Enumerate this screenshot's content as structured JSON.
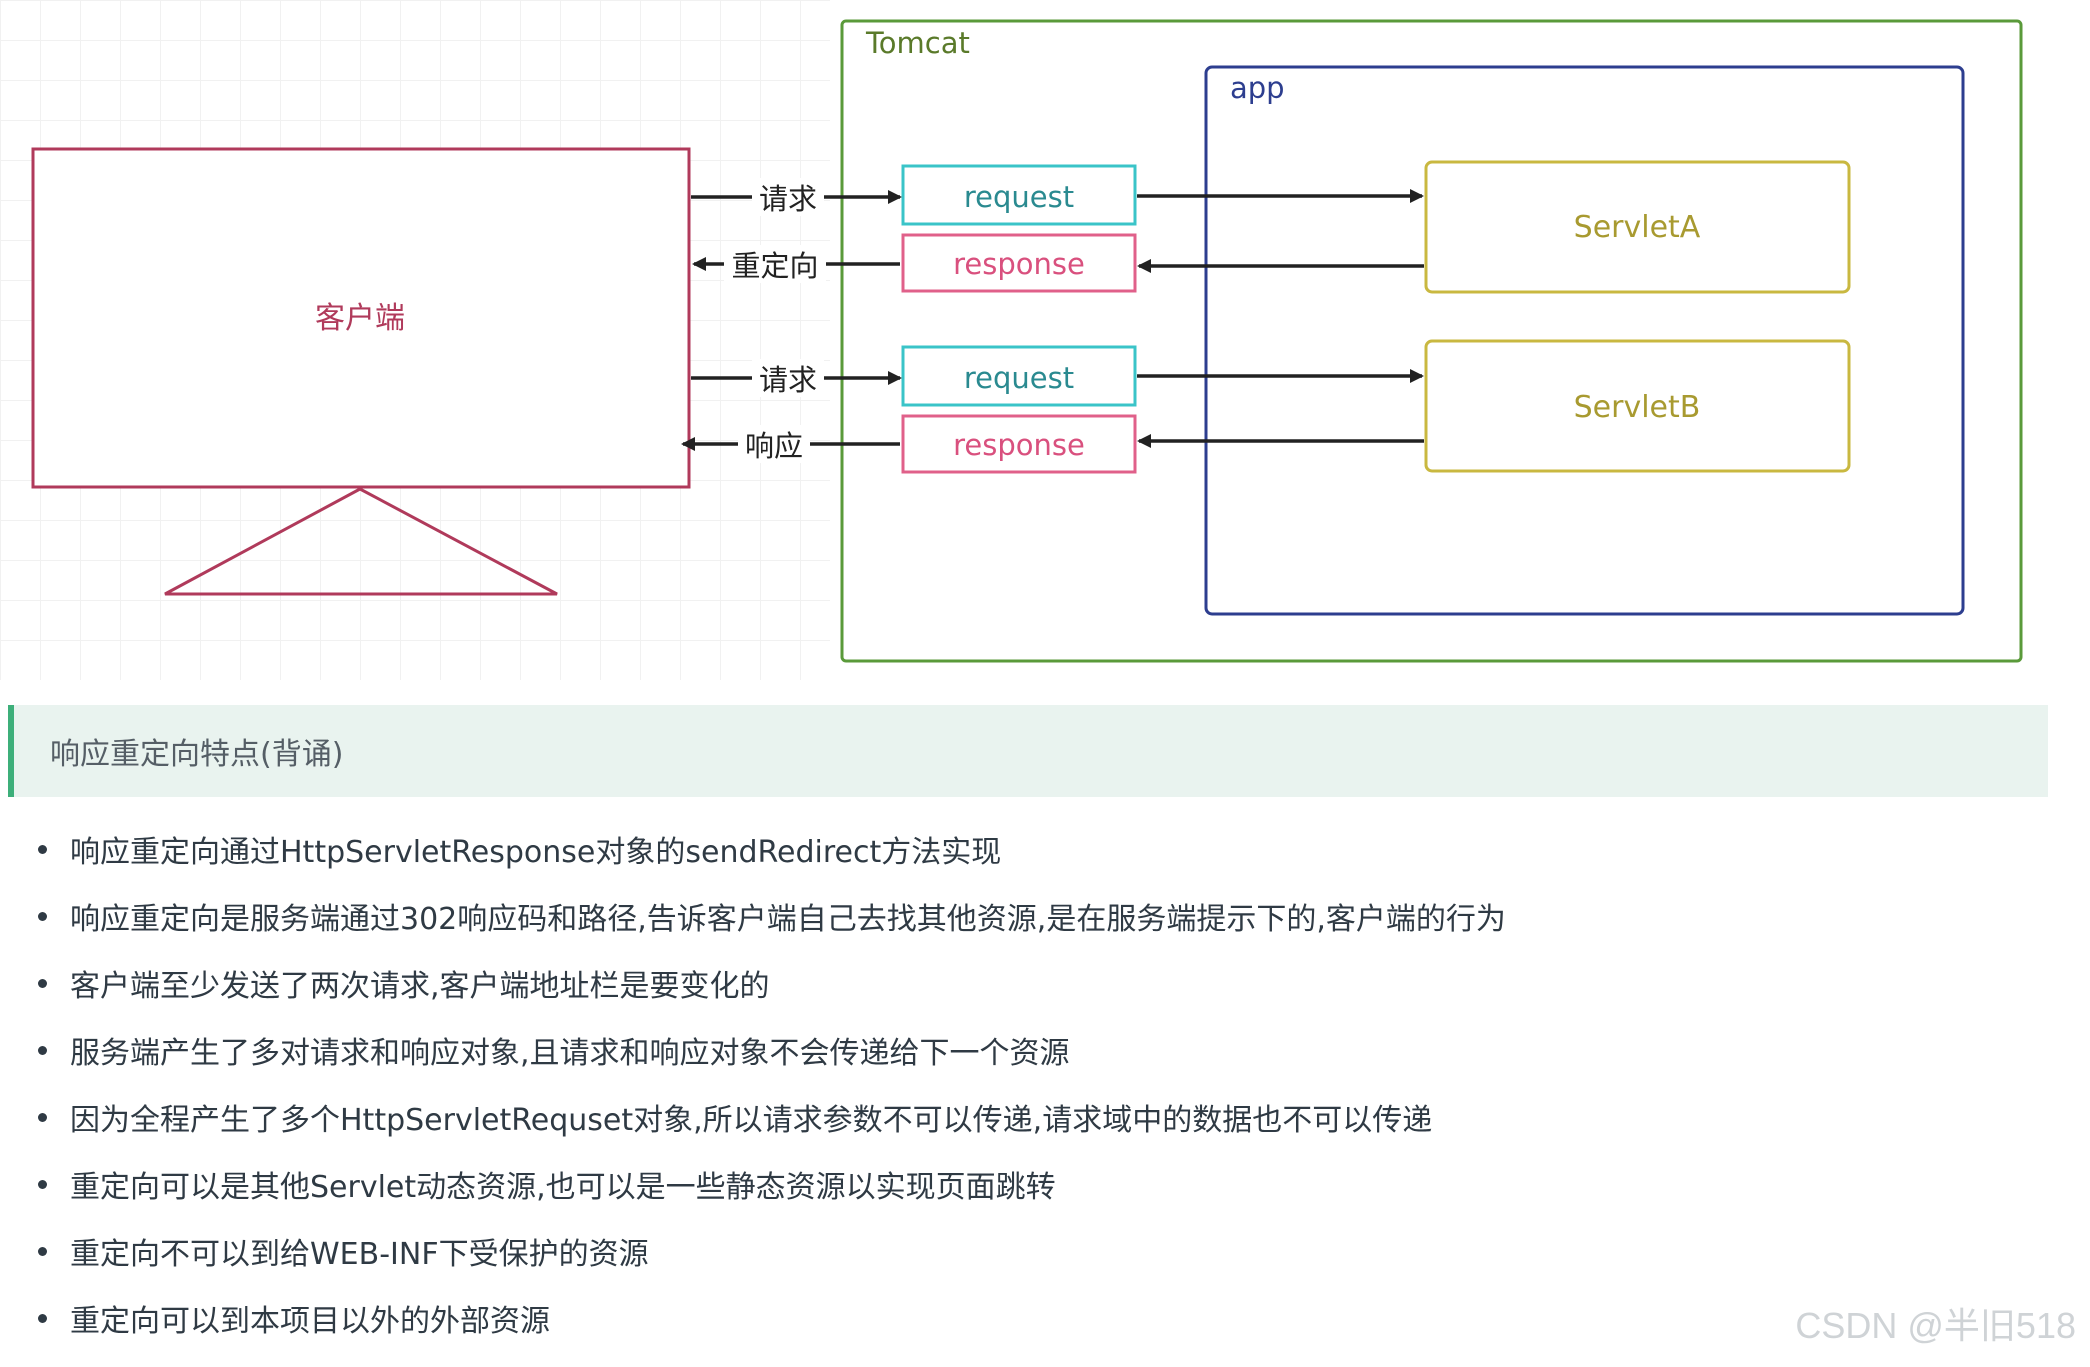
{
  "diagram": {
    "client_label": "客户端",
    "tomcat_label": "Tomcat",
    "app_label": "app",
    "servlet_a_label": "ServletA",
    "servlet_b_label": "ServletB",
    "request_label": "request",
    "response_label": "response",
    "edge_request_label": "请求",
    "edge_redirect_label": "重定向",
    "edge_response_label": "响应",
    "colors": {
      "client": "#b03a5b",
      "tomcat": "#5a9a3a",
      "app": "#2d3e8f",
      "request": "#3ac4c8",
      "response": "#e0608a",
      "servlet": "#c9b840",
      "servlet_text": "#a89a30",
      "request_text": "#2a8a90",
      "response_text": "#d9507e"
    }
  },
  "notes": {
    "header": "响应重定向特点(背诵)",
    "items": [
      "响应重定向通过HttpServletResponse对象的sendRedirect方法实现",
      "响应重定向是服务端通过302响应码和路径,告诉客户端自己去找其他资源,是在服务端提示下的,客户端的行为",
      "客户端至少发送了两次请求,客户端地址栏是要变化的",
      "服务端产生了多对请求和响应对象,且请求和响应对象不会传递给下一个资源",
      "因为全程产生了多个HttpServletRequset对象,所以请求参数不可以传递,请求域中的数据也不可以传递",
      "重定向可以是其他Servlet动态资源,也可以是一些静态资源以实现页面跳转",
      "重定向不可以到给WEB-INF下受保护的资源",
      "重定向可以到本项目以外的外部资源"
    ]
  },
  "watermark": "CSDN @半旧518"
}
